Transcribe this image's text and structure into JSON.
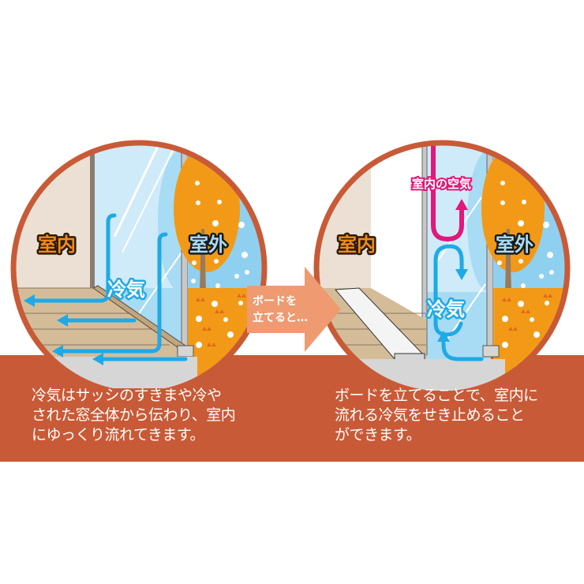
{
  "left_panel": {
    "indoor_label": "室内",
    "outdoor_label": "室外",
    "cold_air_label": "冷気",
    "caption": "冷気はサッシのすきまや冷や\nされた窓全体から伝わり、室内\nにゆっくり流れてきます。"
  },
  "transition_arrow": {
    "line1": "ボードを",
    "line2": "立てると…"
  },
  "right_panel": {
    "indoor_label": "室内",
    "outdoor_label": "室外",
    "indoor_air_label": "室内の空気",
    "cold_air_label": "冷気",
    "caption": "ボードを立てることで、室内に\n流れる冷気をせき止めること\nができます。"
  },
  "colors": {
    "band": "#c95a37",
    "circle_border": "#c95a37",
    "cold_air": "#1fa9e6",
    "indoor_air": "#e0197a",
    "outdoor_orange": "#f29a17",
    "sky": "#8fd0f0",
    "wall": "#ece0d4",
    "floor": "#d4bc98",
    "arrow": "#ef9a70",
    "indoor_label": "#f08a1a"
  }
}
